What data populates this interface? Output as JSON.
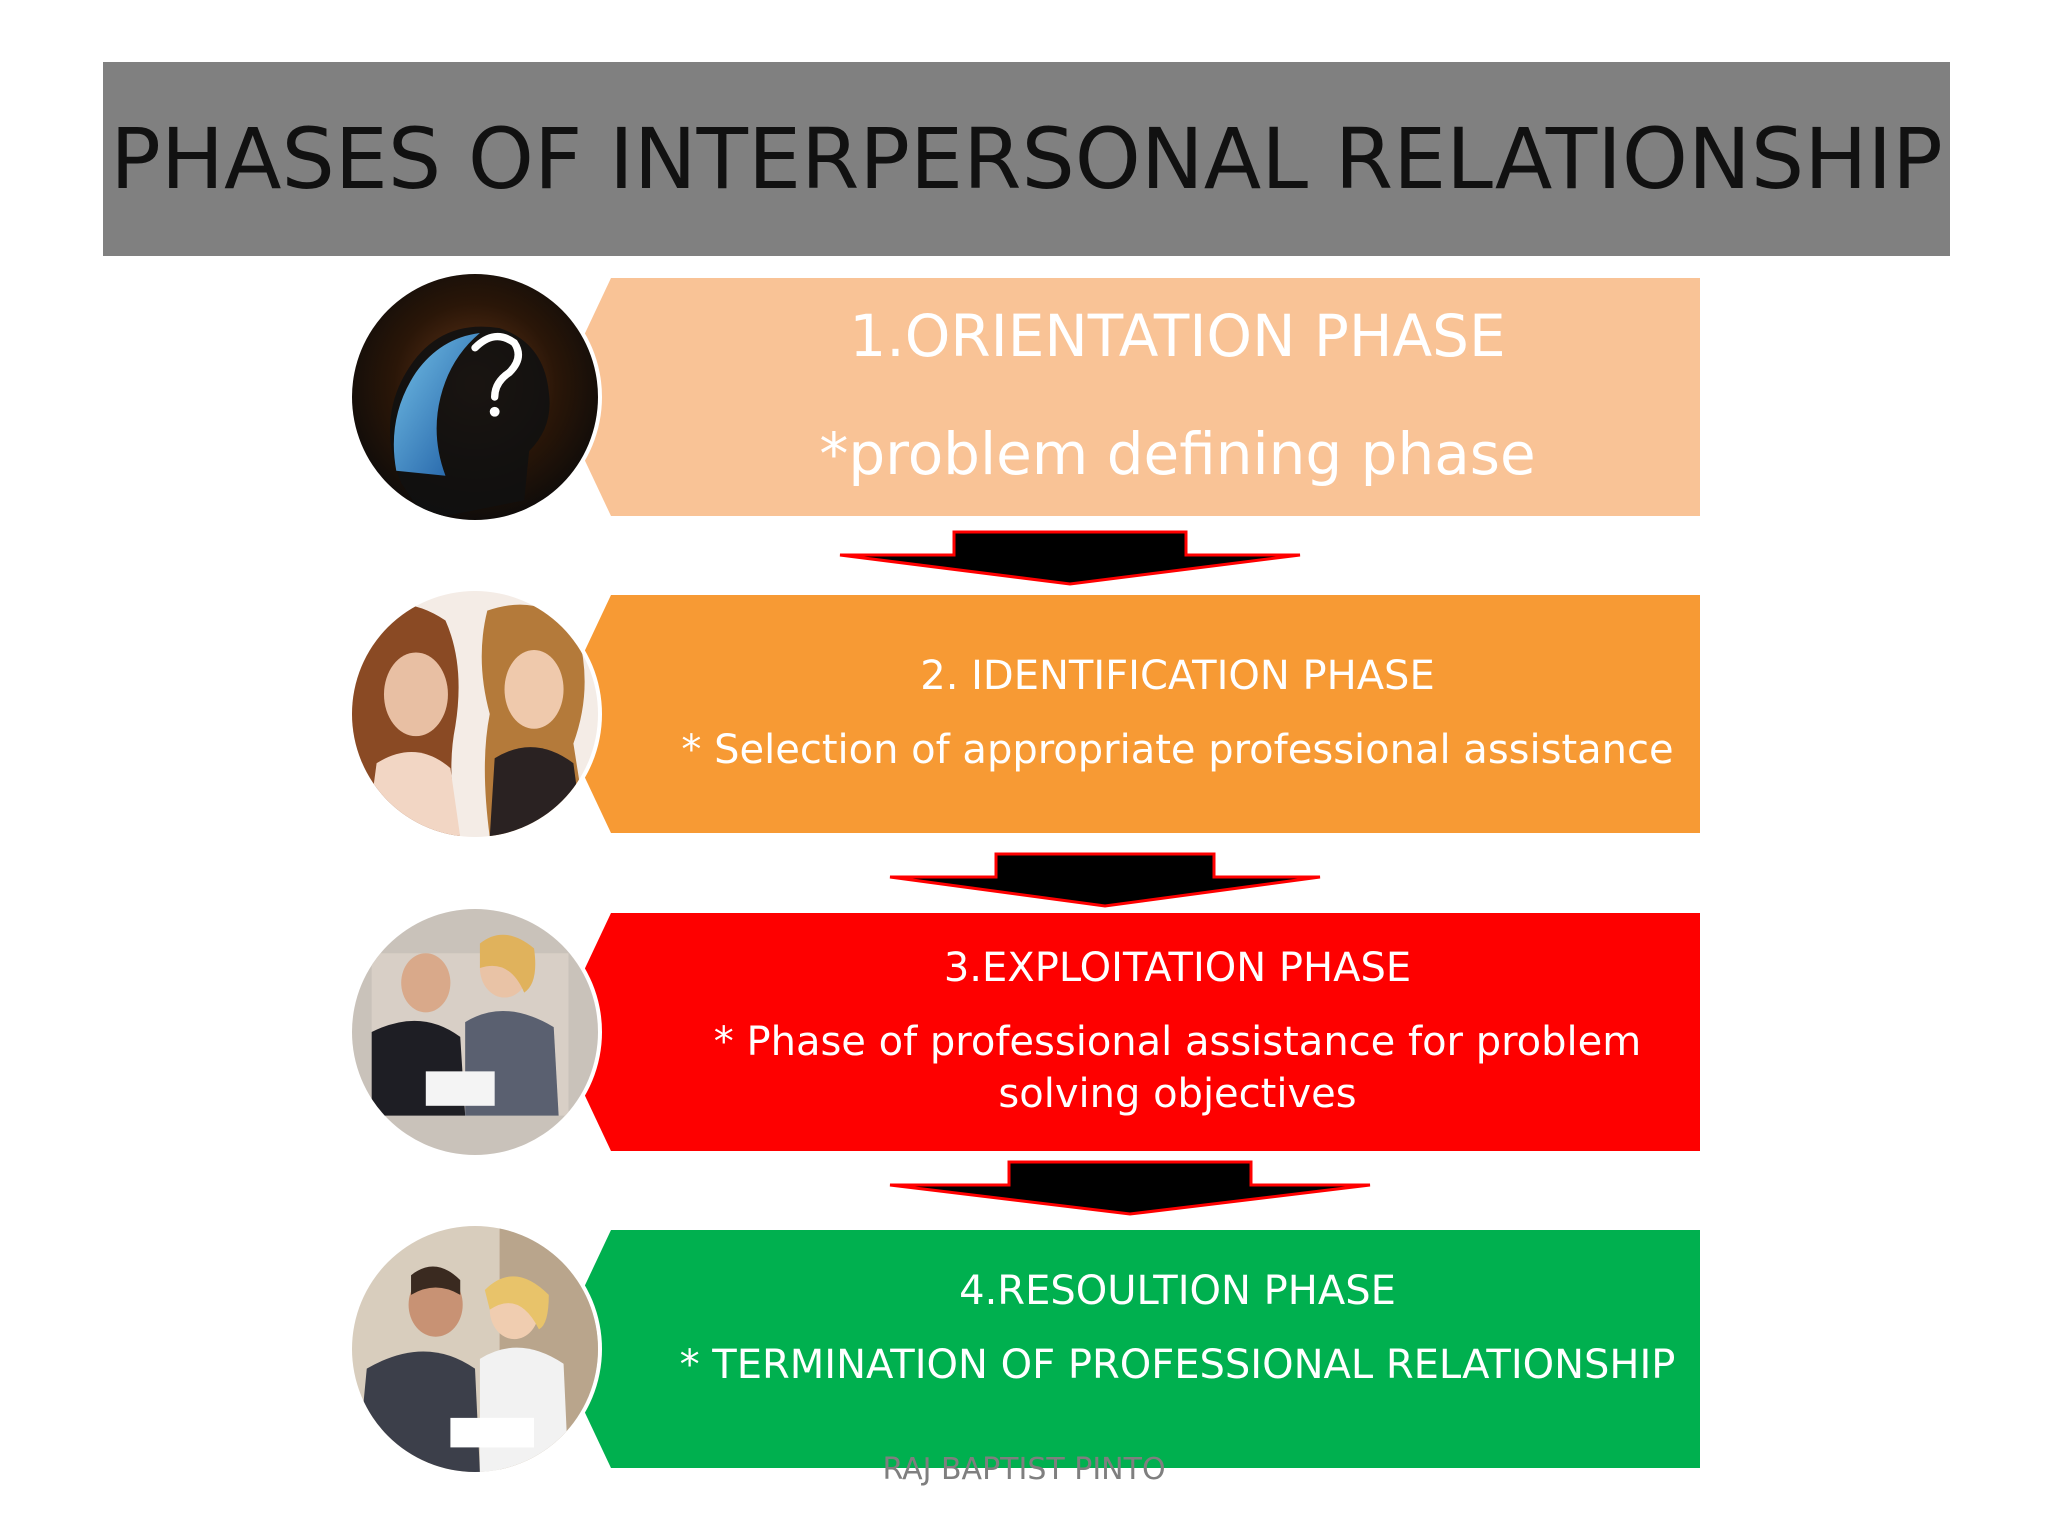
{
  "slide": {
    "title": "PHASES OF INTERPERSONAL RELATIONSHIP",
    "footer": "RAJ BAPTIST PINTO"
  },
  "phases": [
    {
      "title": "1.ORIENTATION PHASE",
      "description": "*problem defining  phase",
      "color": "#F9C396",
      "image": "head-question-mark-image"
    },
    {
      "title": "2. IDENTIFICATION PHASE",
      "description": "* Selection of appropriate professional assistance",
      "color": "#F79A34",
      "image": "two-women-talking-image"
    },
    {
      "title": "3.EXPLOITATION PHASE",
      "description": "* Phase of professional assistance for problem solving objectives",
      "color": "#FE0000",
      "image": "business-meeting-image"
    },
    {
      "title": "4.RESOULTION  PHASE",
      "description": "* TERMINATION OF PROFESSIONAL RELATIONSHIP",
      "color": "#00B04F",
      "image": "consultation-image"
    }
  ],
  "colors": {
    "title_bar": "#808080",
    "arrow_fill": "#000000",
    "arrow_outline": "#FF0000"
  }
}
